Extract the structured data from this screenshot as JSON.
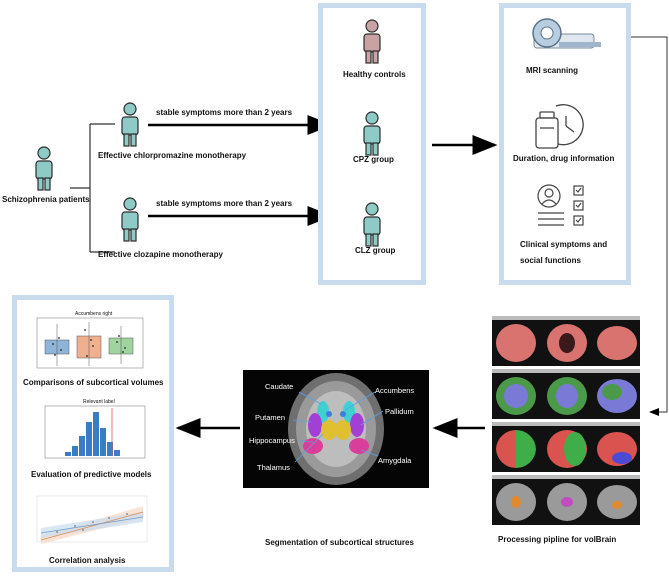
{
  "patients": {
    "source_label": "Schizophrenia patients",
    "cpz_therapy_label": "Effective chlorpromazine monotherapy",
    "clz_therapy_label": "Effective clozapine monotherapy",
    "cpz_arrow_label": "stable symptoms more than 2 years",
    "clz_arrow_label": "stable symptoms more than 2 years"
  },
  "groups": {
    "healthy": "Healthy controls",
    "cpz": "CPZ group",
    "clz": "CLZ group"
  },
  "data_collection": {
    "mri": "MRI scanning",
    "duration": "Duration, drug information",
    "clinical_line1": "Clinical symptoms and",
    "clinical_line2": "social functions"
  },
  "volbrain": {
    "caption": "Processing pipline for volBrain"
  },
  "segmentation": {
    "caption": "Segmentation of subcortical structures",
    "structures": {
      "caudate": "Caudate",
      "putamen": "Putamen",
      "hippocampus": "Hippocampus",
      "thalamus": "Thalamus",
      "accumbens": "Accumbens",
      "pallidum": "Pallidum",
      "amygdala": "Amygdala"
    }
  },
  "analysis": {
    "boxplot_title": "Accumbens right",
    "boxplot_caption": "Comparisons of subcortical volumes",
    "hist_title": "Relevant label",
    "hist_caption": "Evaluation of predictive models",
    "corr_caption": "Correlation analysis"
  },
  "colors": {
    "frame": "#c9dcee",
    "patient_figure": "#8ecbc6",
    "healthy_figure": "#c9a3a3",
    "figure_outline": "#2b2b2b",
    "box_blue": "#8fb4d9",
    "box_orange": "#eeb08e",
    "box_green": "#9fd49f",
    "hist_blue": "#3b7dc4"
  }
}
